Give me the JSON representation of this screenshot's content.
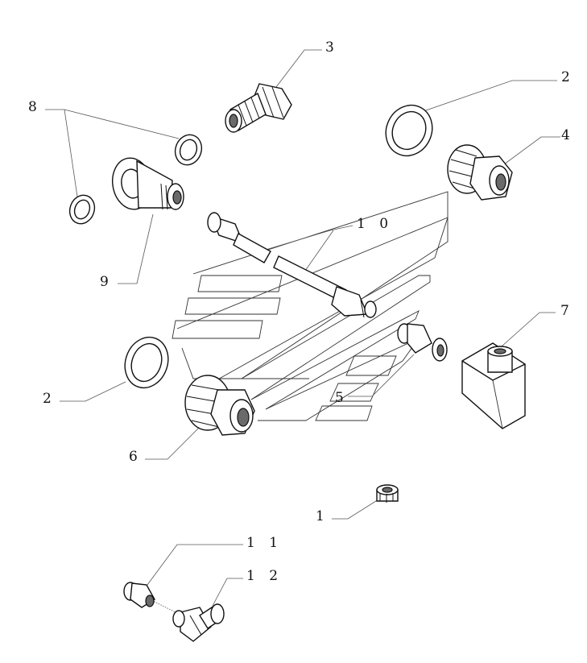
{
  "callouts": [
    {
      "id": "1",
      "text": "1"
    },
    {
      "id": "2a",
      "text": "2"
    },
    {
      "id": "2b",
      "text": "2"
    },
    {
      "id": "3",
      "text": "3"
    },
    {
      "id": "4",
      "text": "4"
    },
    {
      "id": "5",
      "text": "5"
    },
    {
      "id": "6",
      "text": "6"
    },
    {
      "id": "7",
      "text": "7"
    },
    {
      "id": "8",
      "text": "8"
    },
    {
      "id": "9",
      "text": "9"
    },
    {
      "id": "10",
      "text": "1 0"
    },
    {
      "id": "11",
      "text": "1 1"
    },
    {
      "id": "12",
      "text": "1 2"
    }
  ]
}
